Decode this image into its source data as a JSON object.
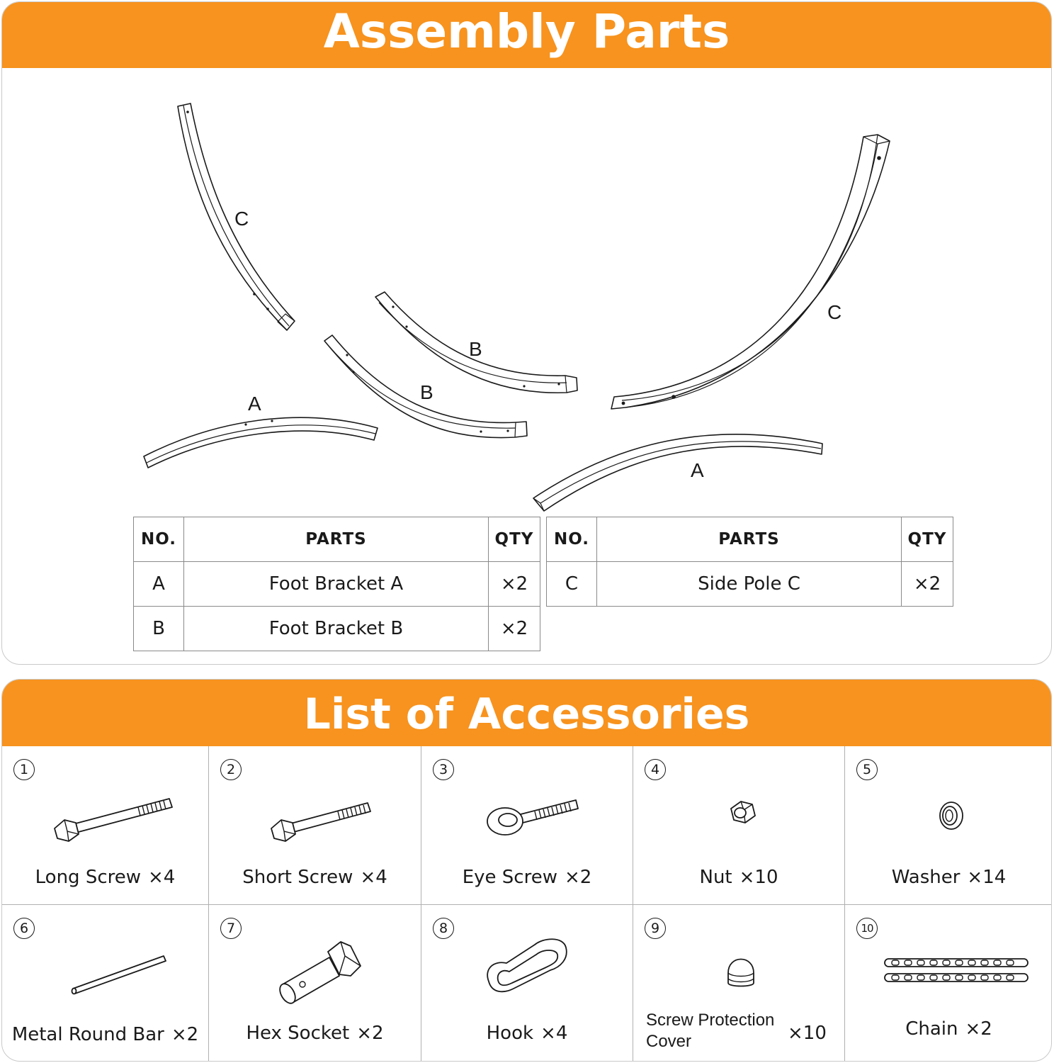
{
  "assembly": {
    "title": "Assembly Parts",
    "piece_labels": {
      "c_left": "C",
      "c_right": "C",
      "b_upper": "B",
      "b_lower": "B",
      "a_left": "A",
      "a_right": "A"
    },
    "tables": [
      {
        "headers": [
          "NO.",
          "PARTS",
          "QTY"
        ],
        "rows": [
          {
            "no": "A",
            "part": "Foot Bracket A",
            "qty": "×2"
          },
          {
            "no": "B",
            "part": "Foot Bracket B",
            "qty": "×2"
          }
        ]
      },
      {
        "headers": [
          "NO.",
          "PARTS",
          "QTY"
        ],
        "rows": [
          {
            "no": "C",
            "part": "Side Pole C",
            "qty": "×2"
          }
        ]
      }
    ]
  },
  "accessories": {
    "title": "List of Accessories",
    "items": [
      {
        "num": "1",
        "name": "Long Screw",
        "qty": "×4",
        "icon": "long-screw-icon"
      },
      {
        "num": "2",
        "name": "Short Screw",
        "qty": "×4",
        "icon": "short-screw-icon"
      },
      {
        "num": "3",
        "name": "Eye Screw",
        "qty": "×2",
        "icon": "eye-screw-icon"
      },
      {
        "num": "4",
        "name": "Nut",
        "qty": "×10",
        "icon": "nut-icon"
      },
      {
        "num": "5",
        "name": "Washer",
        "qty": "×14",
        "icon": "washer-icon"
      },
      {
        "num": "6",
        "name": "Metal Round Bar",
        "qty": "×2",
        "icon": "metal-round-bar-icon"
      },
      {
        "num": "7",
        "name": "Hex Socket",
        "qty": "×2",
        "icon": "hex-socket-icon"
      },
      {
        "num": "8",
        "name": "Hook",
        "qty": "×4",
        "icon": "hook-icon"
      },
      {
        "num": "9",
        "name": "Screw Protection Cover",
        "qty": "×10",
        "icon": "screw-protection-cover-icon"
      },
      {
        "num": "10",
        "name": "Chain",
        "qty": "×2",
        "icon": "chain-icon"
      }
    ]
  },
  "colors": {
    "banner": "#f7931e",
    "border": "#c9c9c9"
  }
}
